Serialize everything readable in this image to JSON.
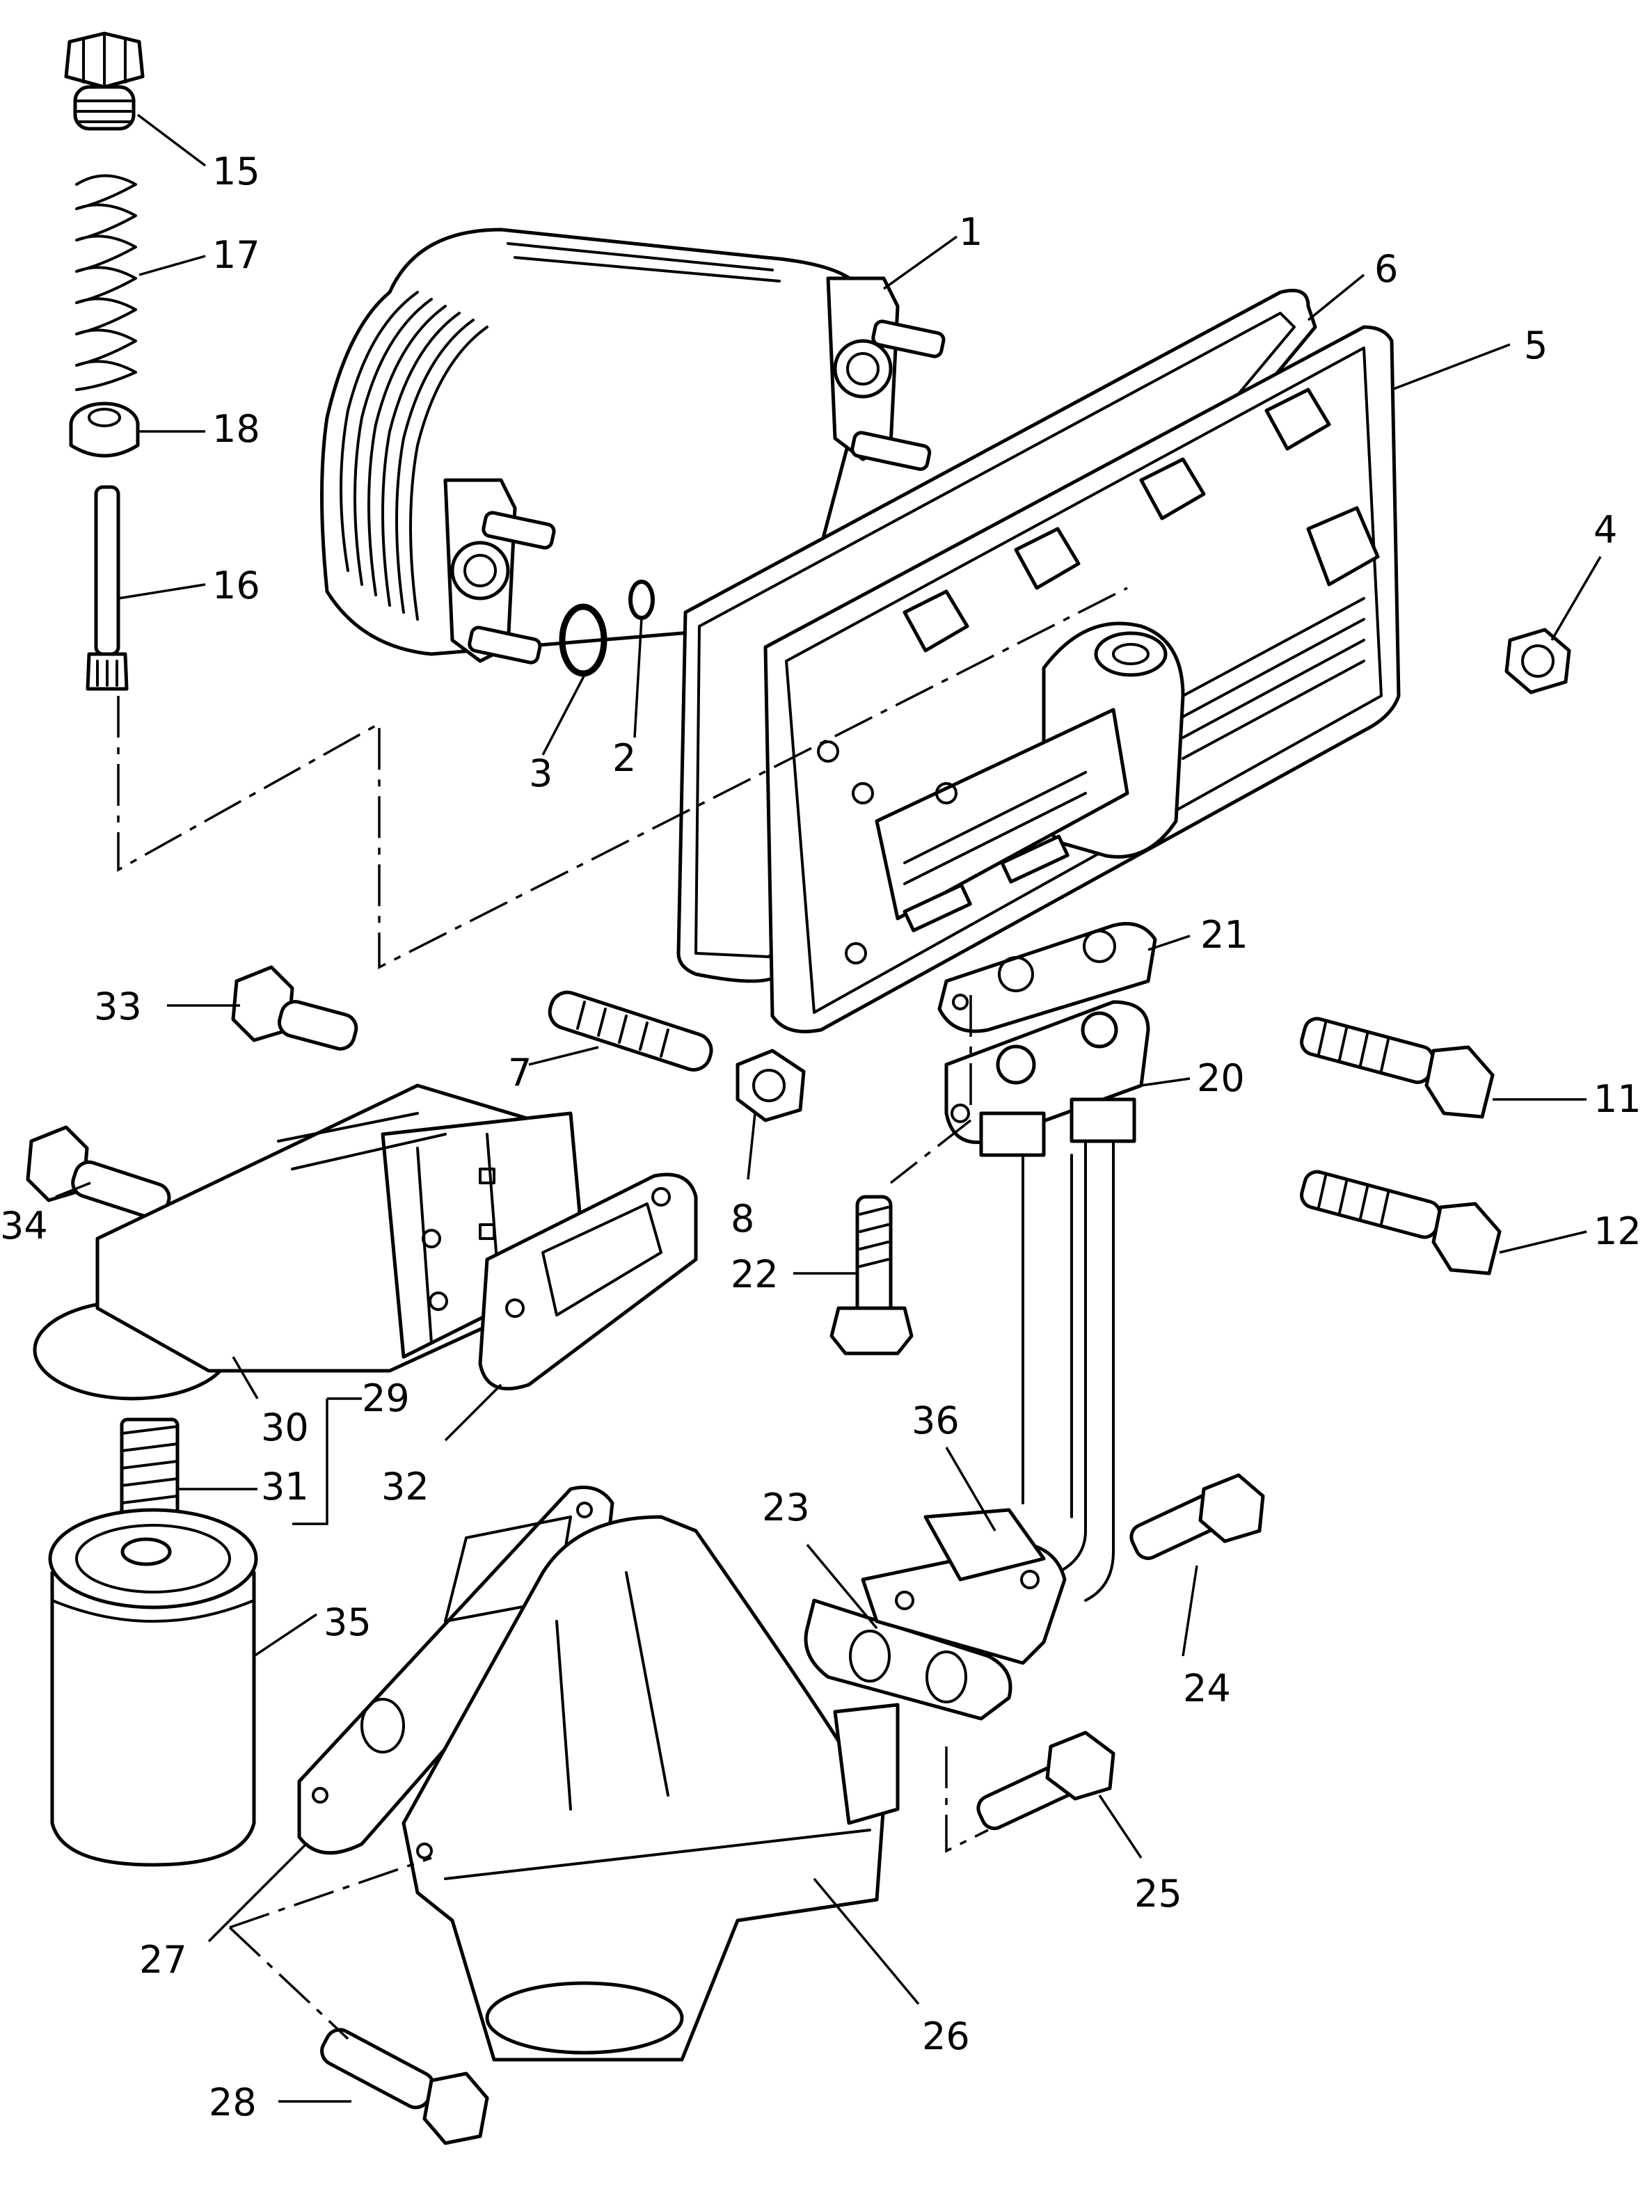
{
  "diagram": {
    "background": "#ffffff",
    "ink": "#000000",
    "callouts": [
      {
        "id": "c1",
        "text": "1"
      },
      {
        "id": "c2",
        "text": "2"
      },
      {
        "id": "c3",
        "text": "3"
      },
      {
        "id": "c4",
        "text": "4"
      },
      {
        "id": "c5",
        "text": "5"
      },
      {
        "id": "c6",
        "text": "6"
      },
      {
        "id": "c7",
        "text": "7"
      },
      {
        "id": "c8",
        "text": "8"
      },
      {
        "id": "c11",
        "text": "11"
      },
      {
        "id": "c12",
        "text": "12"
      },
      {
        "id": "c15",
        "text": "15"
      },
      {
        "id": "c16",
        "text": "16"
      },
      {
        "id": "c17",
        "text": "17"
      },
      {
        "id": "c18",
        "text": "18"
      },
      {
        "id": "c20",
        "text": "20"
      },
      {
        "id": "c21",
        "text": "21"
      },
      {
        "id": "c22",
        "text": "22"
      },
      {
        "id": "c23",
        "text": "23"
      },
      {
        "id": "c24",
        "text": "24"
      },
      {
        "id": "c25",
        "text": "25"
      },
      {
        "id": "c26",
        "text": "26"
      },
      {
        "id": "c27",
        "text": "27"
      },
      {
        "id": "c28",
        "text": "28"
      },
      {
        "id": "c29",
        "text": "29"
      },
      {
        "id": "c30",
        "text": "30"
      },
      {
        "id": "c31",
        "text": "31"
      },
      {
        "id": "c32",
        "text": "32"
      },
      {
        "id": "c33",
        "text": "33"
      },
      {
        "id": "c34",
        "text": "34"
      },
      {
        "id": "c35",
        "text": "35"
      },
      {
        "id": "c36",
        "text": "36"
      }
    ]
  }
}
